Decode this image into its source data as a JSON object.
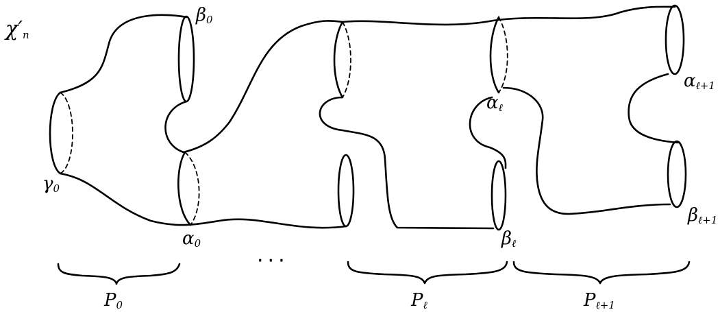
{
  "surface_label": {
    "base": "χ",
    "prime": "′",
    "sub": "n"
  },
  "curves": {
    "gamma0": {
      "base": "γ",
      "sub": "0"
    },
    "beta0": {
      "base": "β",
      "sub": "0"
    },
    "alpha0": {
      "base": "α",
      "sub": "0"
    },
    "alpha_l": {
      "base": "α",
      "sub": "ℓ"
    },
    "beta_l": {
      "base": "β",
      "sub": "ℓ"
    },
    "alpha_l1": {
      "base": "α",
      "sub": "ℓ+1"
    },
    "beta_l1": {
      "base": "β",
      "sub": "ℓ+1"
    }
  },
  "pieces": {
    "p0": {
      "base": "P",
      "sub": "0"
    },
    "pl": {
      "base": "P",
      "sub": "ℓ"
    },
    "pl1": {
      "base": "P",
      "sub": "ℓ+1"
    }
  },
  "ellipsis": "···",
  "colors": {
    "ink": "#000000",
    "background": "#ffffff"
  }
}
